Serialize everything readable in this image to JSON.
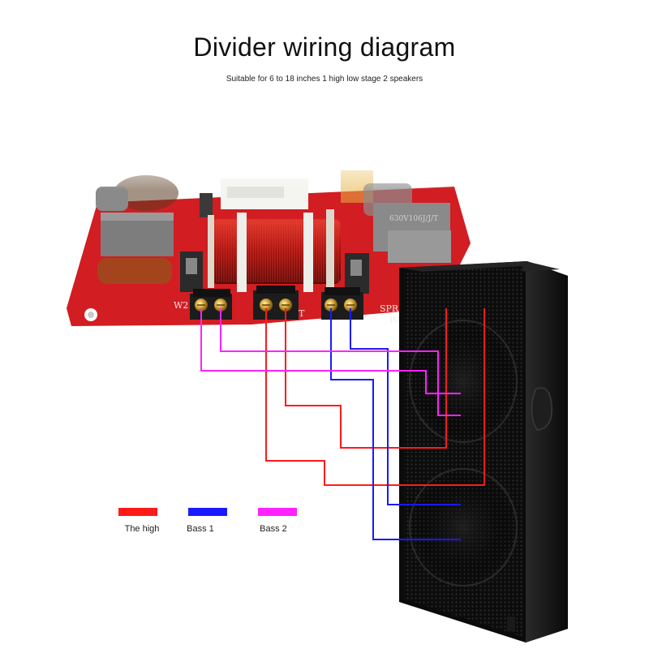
{
  "title": "Divider wiring diagram",
  "subtitle": "Suitable for 6 to 18 inches 1 high low stage 2 speakers",
  "legend": [
    {
      "label": "The high",
      "color": "#ff1a1a"
    },
    {
      "label": "Bass 1",
      "color": "#1a1aff"
    },
    {
      "label": "Bass 2",
      "color": "#ff22ff"
    }
  ],
  "board": {
    "markings": [
      "W2",
      "T",
      "SPR",
      "PA",
      "630V106J/J/T"
    ]
  }
}
